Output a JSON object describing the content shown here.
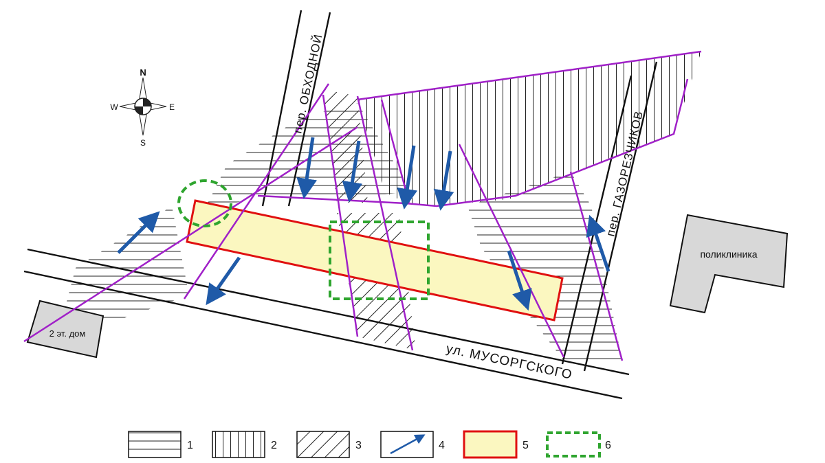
{
  "compass": {
    "n": "N",
    "s": "S",
    "w": "W",
    "e": "E"
  },
  "streets": {
    "obkhodnoy": "пер. ОБХОДНОЙ",
    "gazorezchikov": "пер. ГАЗОРЕЗЧИКОВ",
    "musorgskogo": "ул. МУСОРГСКОГО"
  },
  "buildings": {
    "house": "2 эт. дом",
    "clinic": "поликлиника"
  },
  "legend": {
    "items": [
      {
        "pattern": "horizontal-hatch",
        "label": "1"
      },
      {
        "pattern": "vertical-hatch",
        "label": "2"
      },
      {
        "pattern": "diagonal-hatch",
        "label": "3"
      },
      {
        "pattern": "arrow-icon",
        "label": "4"
      },
      {
        "pattern": "yellow-rectangle",
        "label": "5"
      },
      {
        "pattern": "green-dashed-rectangle",
        "label": "6"
      }
    ]
  },
  "colors": {
    "zone_boundary": "#a020c8",
    "arrow": "#1f5aa8",
    "site_outline": "#e01010",
    "site_fill": "#fbf7c0",
    "survey_outline": "#2fa52f",
    "building_fill": "#d8d8d8"
  }
}
